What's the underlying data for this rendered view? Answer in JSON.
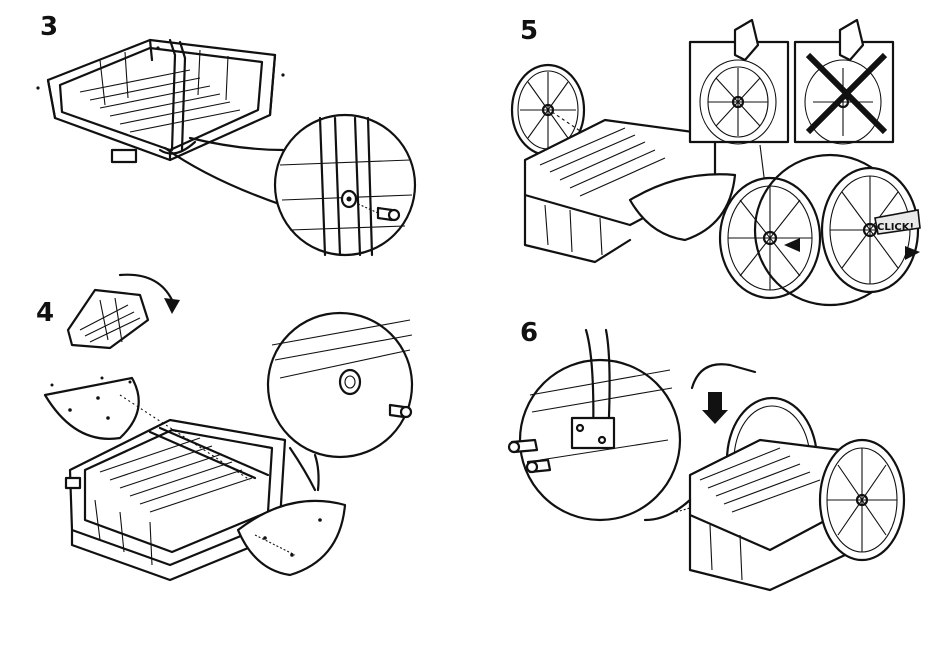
{
  "steps": [
    {
      "number": "3"
    },
    {
      "number": "4"
    },
    {
      "number": "5"
    },
    {
      "number": "6"
    }
  ],
  "callouts": {
    "click_label": "CLICK!"
  }
}
